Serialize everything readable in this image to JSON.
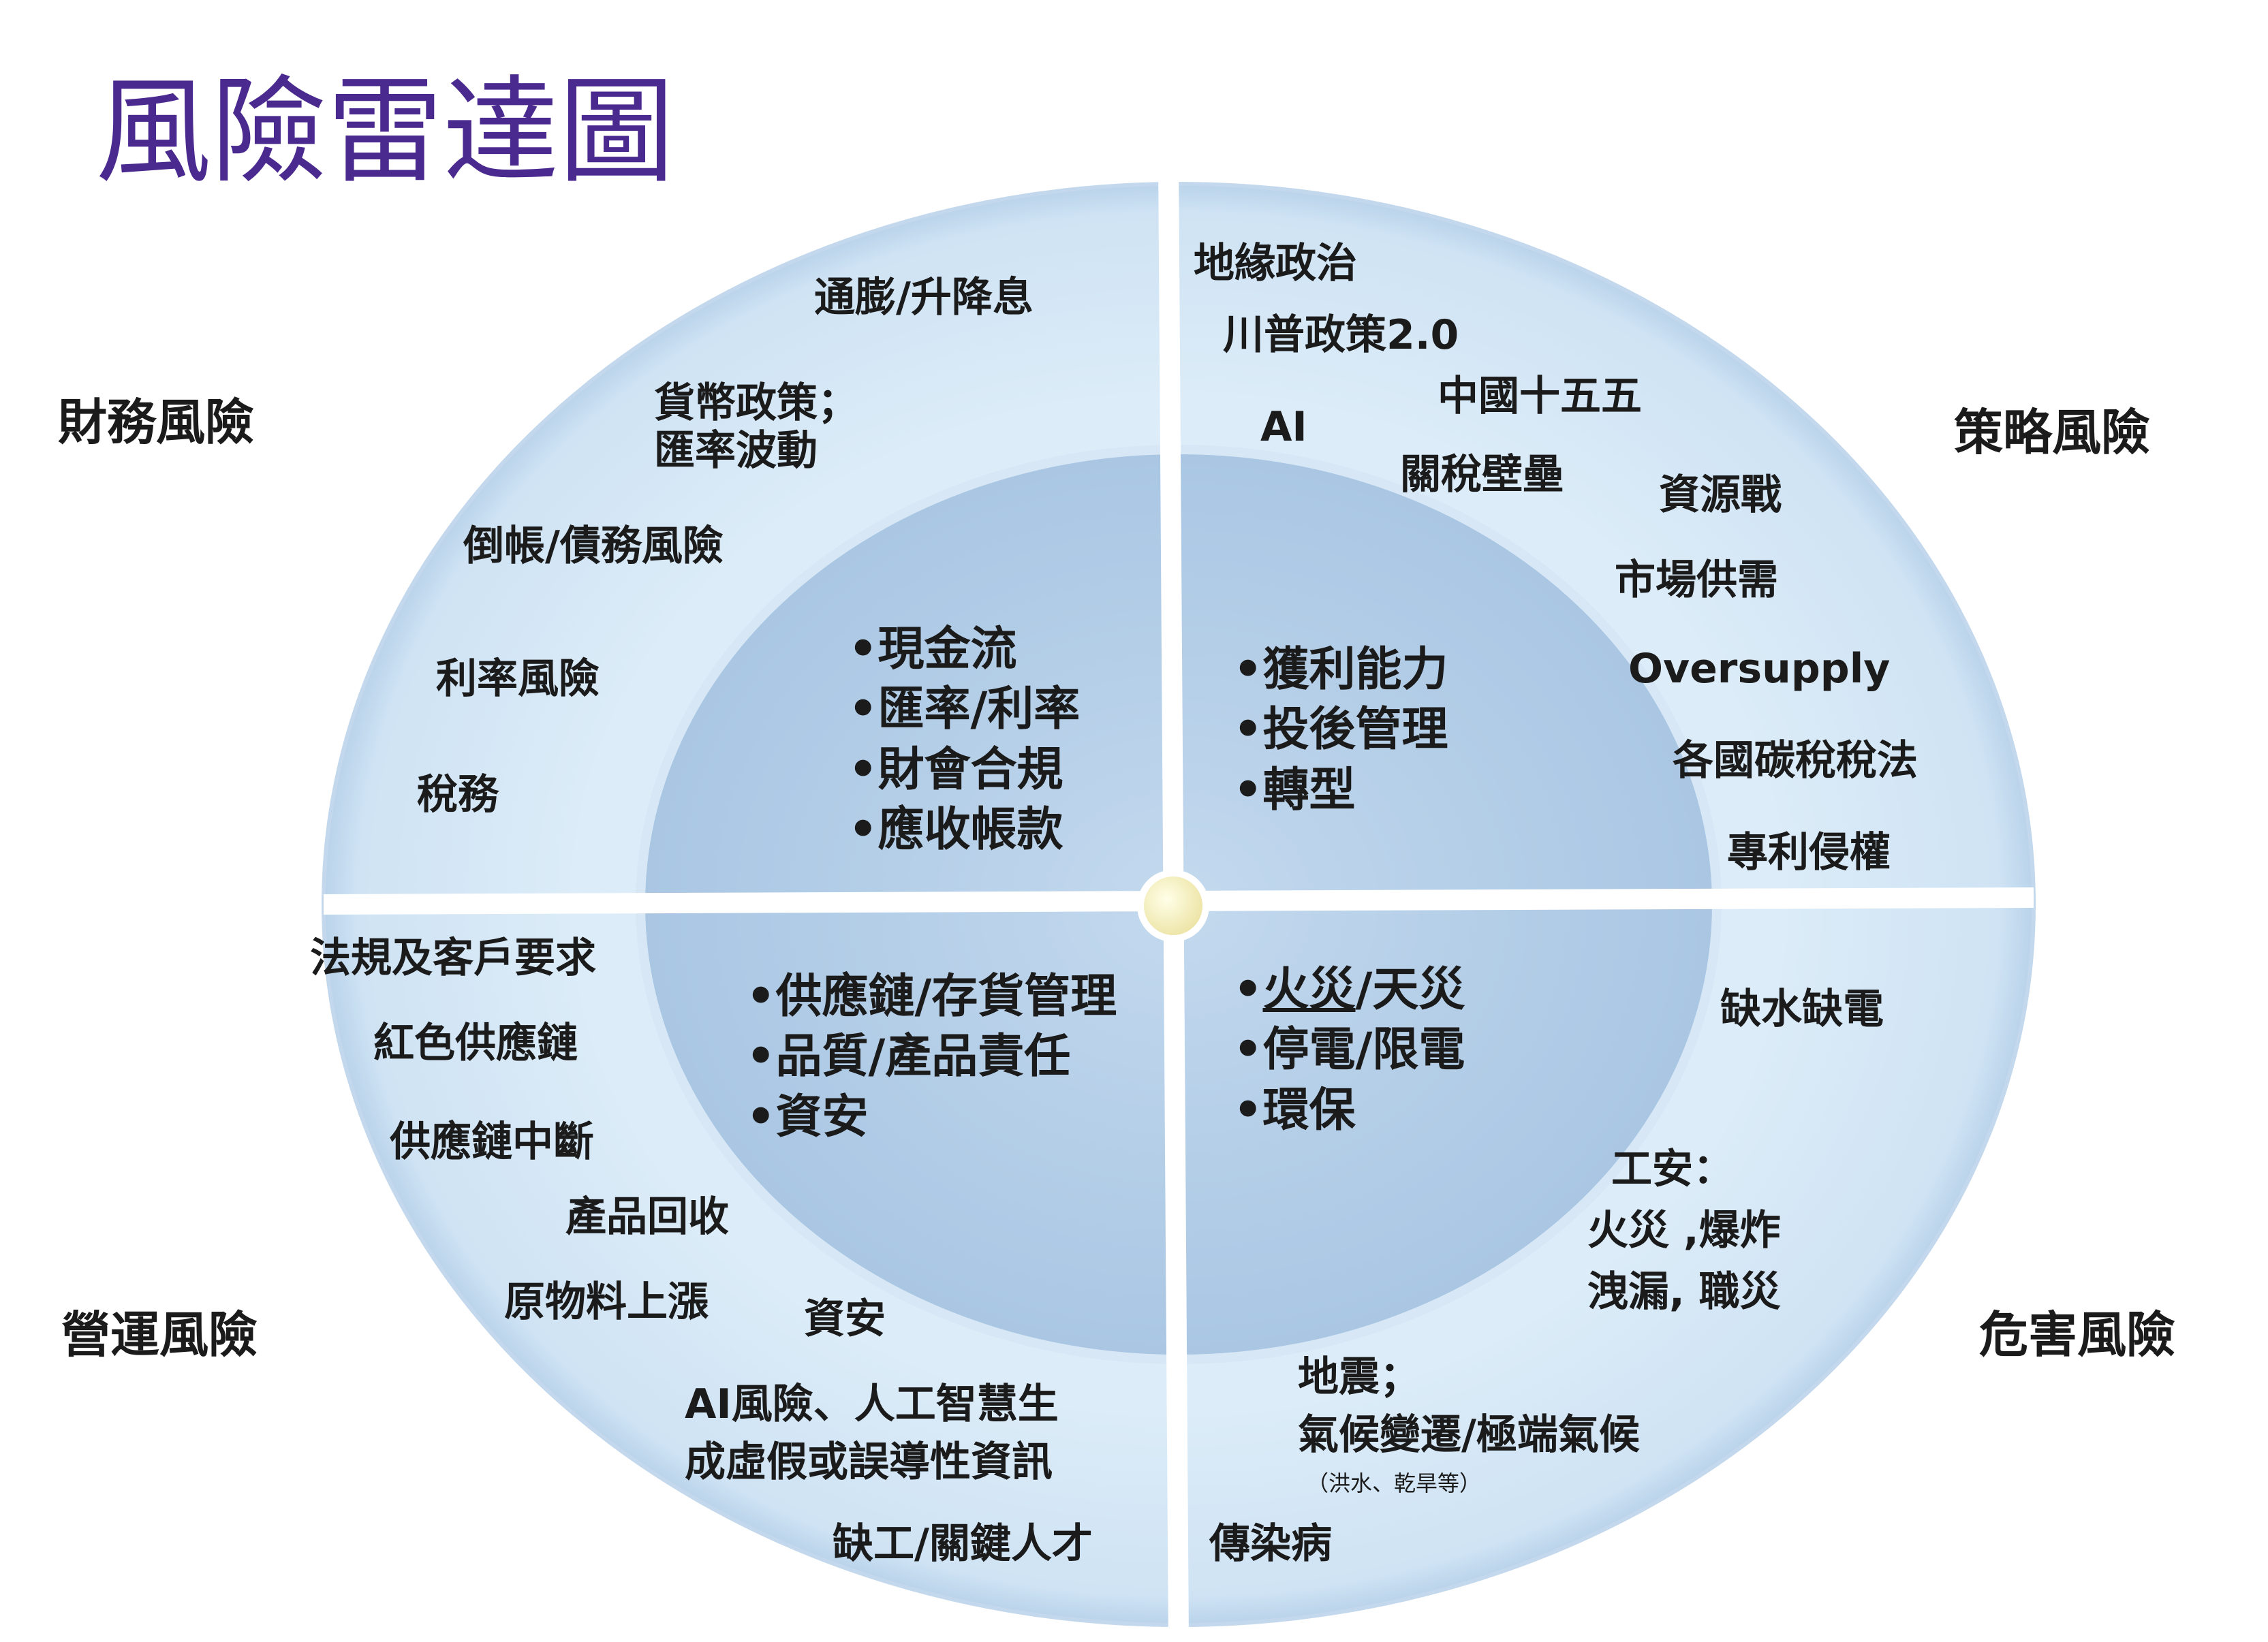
{
  "title": "風險雷達圖",
  "quadrants": {
    "financial": {
      "label": "財務風險",
      "core": [
        "•現金流",
        "•匯率/利率",
        "•財會合規",
        "•應收帳款"
      ],
      "outer": {
        "inflation": "通膨/升降息",
        "monetary_1": "貨幣政策；",
        "monetary_2": "匯率波動",
        "bad_debt": "倒帳/債務風險",
        "interest": "利率風險",
        "tax": "稅務"
      }
    },
    "strategic": {
      "label": "策略風險",
      "core": [
        "•獲利能力",
        "•投後管理",
        "•轉型"
      ],
      "outer": {
        "geo": "地緣政治",
        "trump": "川普政策2.0",
        "china": "中國十五五",
        "ai": "AI",
        "tariff": "關稅壁壘",
        "resource": "資源戰",
        "market": "市場供需",
        "oversupply": "Oversupply",
        "carbon": "各國碳稅稅法",
        "patent": "專利侵權"
      }
    },
    "operational": {
      "label": "營運風險",
      "core": [
        "•供應鏈/存貨管理",
        "•品質/產品責任",
        "•資安"
      ],
      "outer": {
        "regulation": "法規及客戶要求",
        "red_chain": "紅色供應鏈",
        "disruption": "供應鏈中斷",
        "recall": "產品回收",
        "material": "原物料上漲",
        "infosec": "資安",
        "ai_risk_1": "AI風險、人工智慧生",
        "ai_risk_2": "成虛假或誤導性資訊",
        "talent": "缺工/關鍵人才"
      }
    },
    "hazard": {
      "label": "危害風險",
      "core_fire_a": "火災",
      "core_fire_b": "/天災",
      "core_power": "•停電/限電",
      "core_env": "•環保",
      "outer": {
        "water": "缺水缺電",
        "safety_1": "工安：",
        "safety_2": "火災 ,爆炸",
        "safety_3": "洩漏, 職災",
        "quake_1": "地震；",
        "quake_2": "氣候變遷/極端氣候",
        "quake_note": "（洪水、乾旱等）",
        "epidemic": "傳染病"
      }
    }
  },
  "colors": {
    "title": "#4b2a8f",
    "outer_ring": "#dcecf8",
    "inner_core": "#b5cfe8",
    "divider": "#ffffff",
    "center_dot": "#fdf6c4"
  }
}
